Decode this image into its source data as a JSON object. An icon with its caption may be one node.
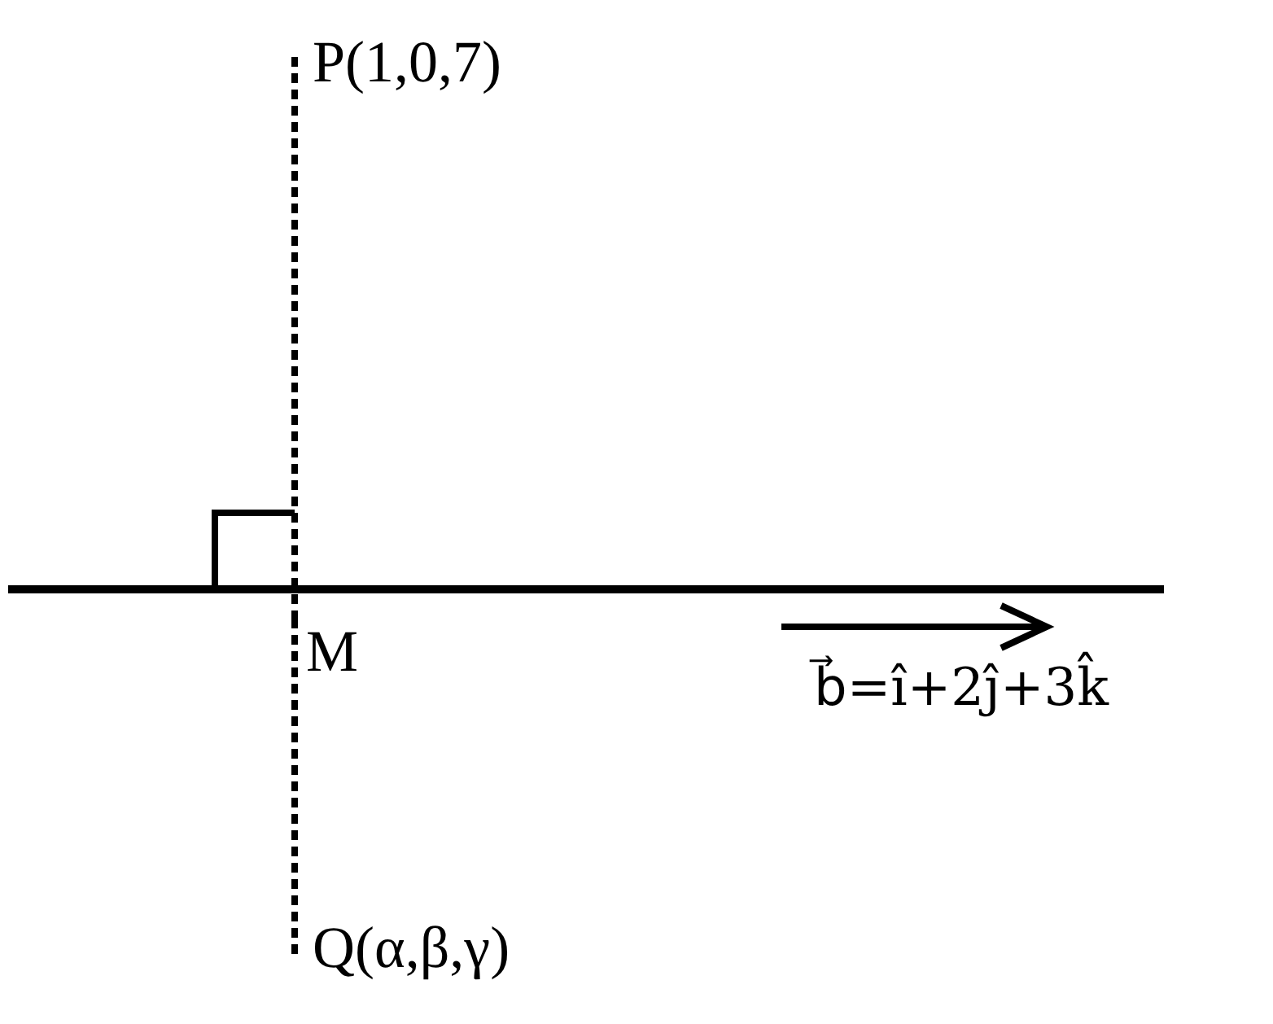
{
  "diagram": {
    "nodes": [
      {
        "text": [
          "P(1,0,7)"
        ]
      },
      {
        "text": [
          "M"
        ]
      },
      {
        "text": [
          "Q(α,β,γ)"
        ]
      }
    ],
    "edges": [
      {
        "from": 0,
        "to": 1,
        "arrow": "none",
        "style": "dashed"
      },
      {
        "from": 1,
        "to": 2,
        "arrow": "none",
        "style": "dashed"
      }
    ],
    "labels": [
      "b⃗=î+2ĵ+3k̂"
    ]
  }
}
